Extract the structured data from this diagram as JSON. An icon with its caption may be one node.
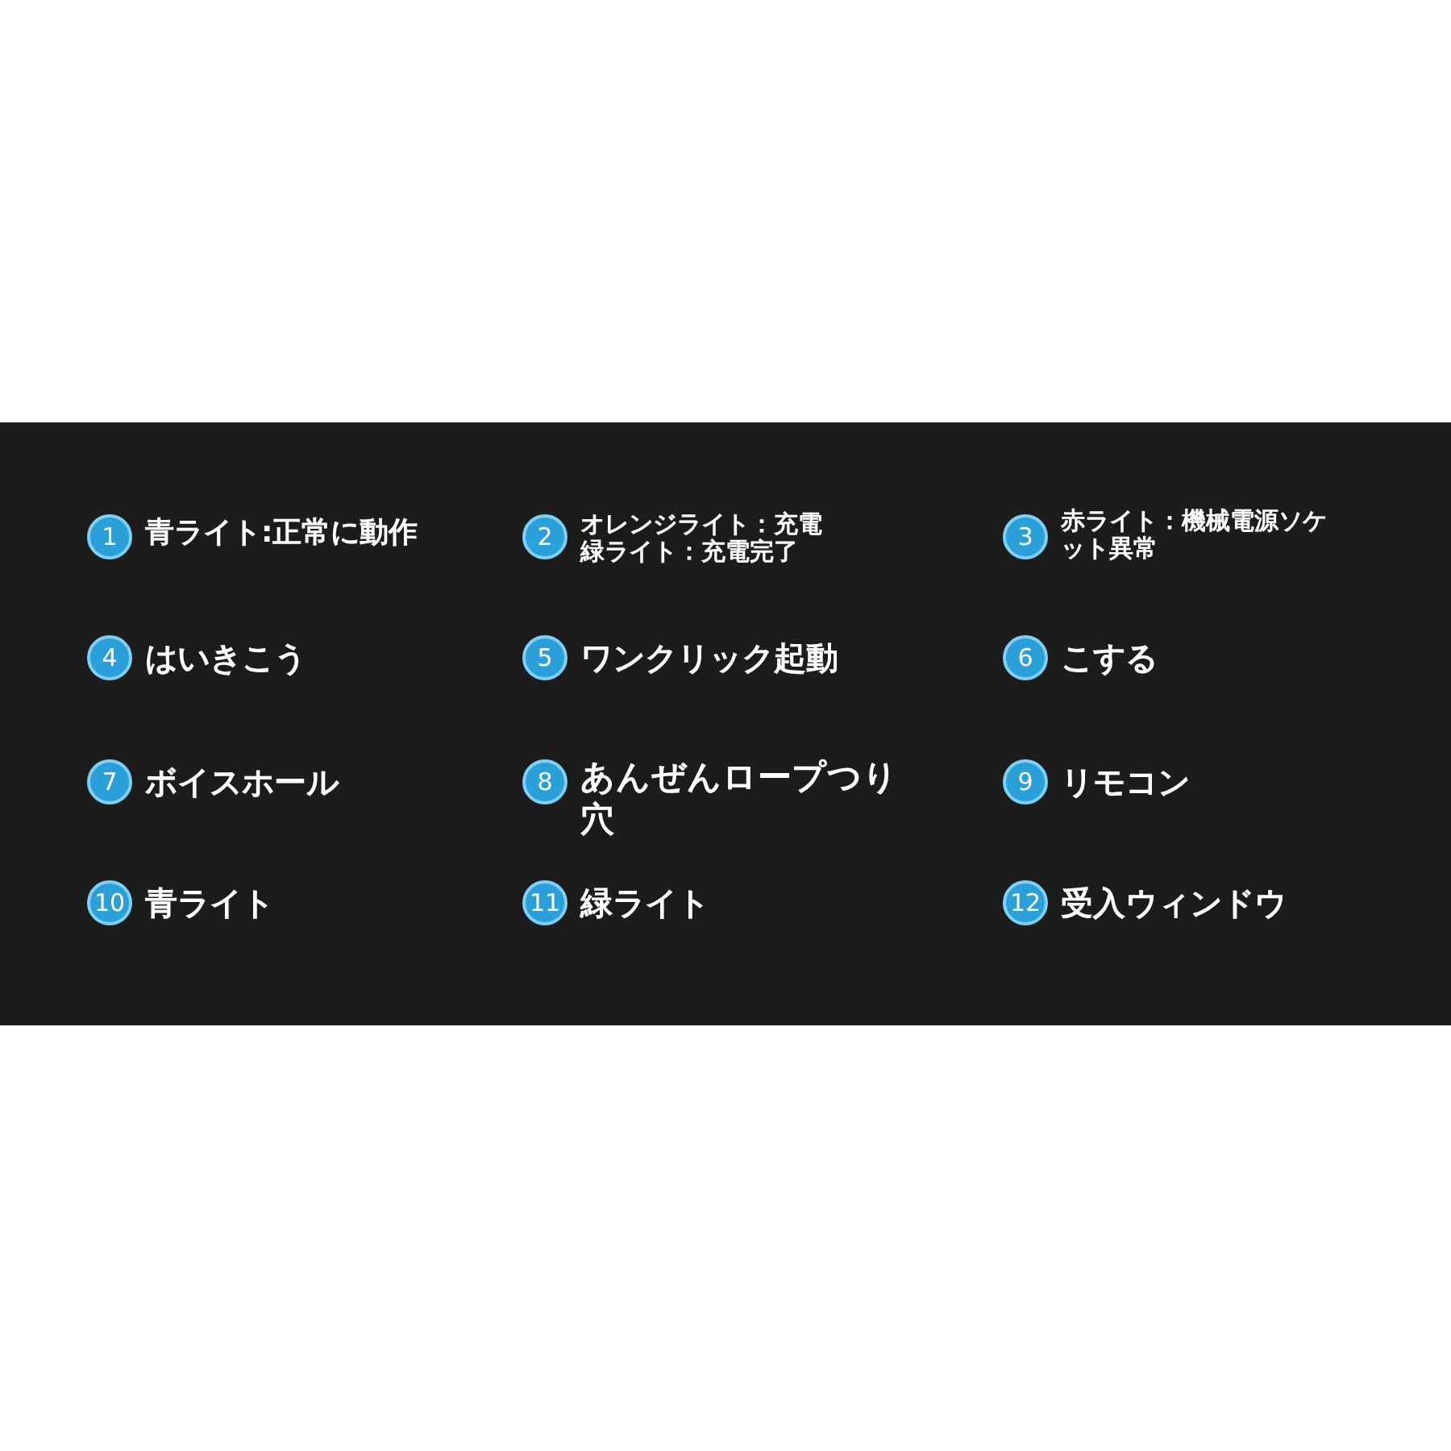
{
  "diagram": {
    "nodes": [
      {
        "text": [
          "1"
        ],
        "beside": [
          "青ライト:正常に動作"
        ]
      },
      {
        "text": [
          "2"
        ],
        "beside": [
          "オレンジライト：充電",
          "緑ライト：充電完了"
        ]
      },
      {
        "text": [
          "3"
        ],
        "beside": [
          "赤ライト：機械電源ソケット異常"
        ]
      },
      {
        "text": [
          "4"
        ],
        "beside": [
          "はいきこう"
        ]
      },
      {
        "text": [
          "5"
        ],
        "beside": [
          "ワンクリック起動"
        ]
      },
      {
        "text": [
          "6"
        ],
        "beside": [
          "こする"
        ]
      },
      {
        "text": [
          "7"
        ],
        "beside": [
          "ボイスホール"
        ]
      },
      {
        "text": [
          "8"
        ],
        "beside": [
          "あんぜんロープつり穴"
        ]
      },
      {
        "text": [
          "9"
        ],
        "beside": [
          "リモコン"
        ]
      },
      {
        "text": [
          "10"
        ],
        "beside": [
          "青ライト"
        ]
      },
      {
        "text": [
          "11"
        ],
        "beside": [
          "緑ライト"
        ]
      },
      {
        "text": [
          "12"
        ],
        "beside": [
          "受入ウィンドウ"
        ]
      }
    ]
  }
}
